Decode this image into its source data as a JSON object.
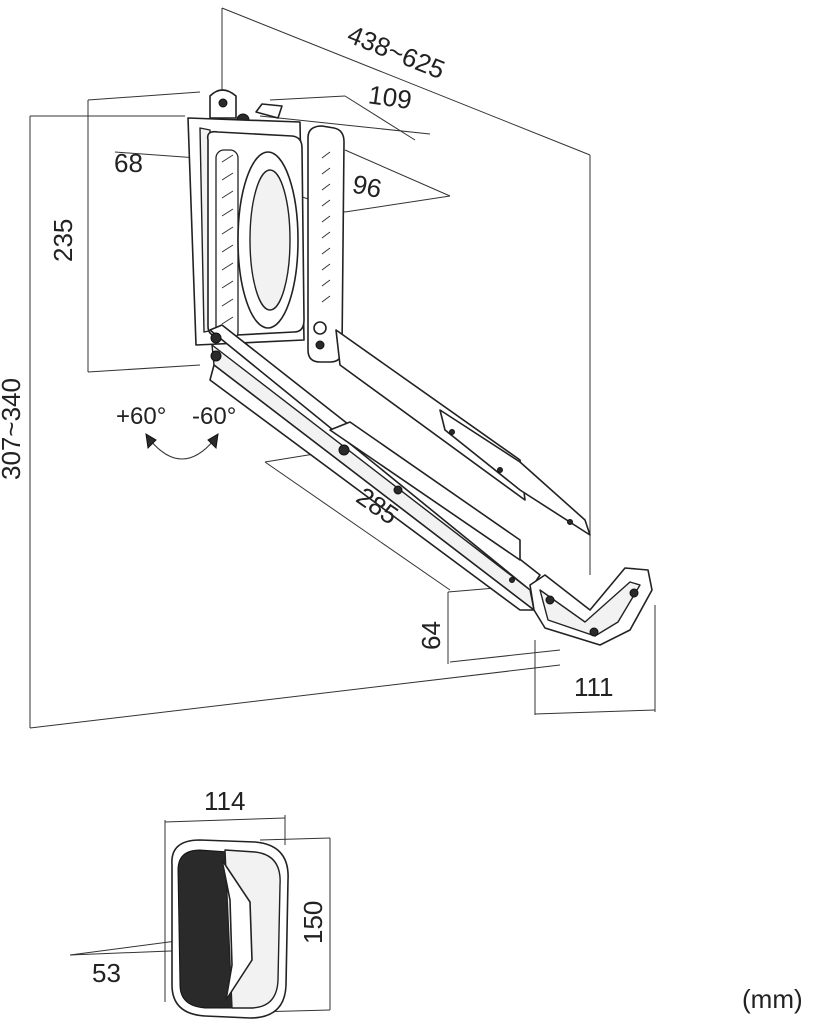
{
  "colors": {
    "line": "#222222",
    "background": "#ffffff",
    "fill_dark": "#2a2a2a"
  },
  "dimensions": {
    "arm_length_range": "438~625",
    "bracket_width": "109",
    "hole_spacing_left": "68",
    "hole_spacing_right": "96",
    "plate_height": "235",
    "total_height_range": "307~340",
    "rotation_plus": "+60°",
    "rotation_minus": "-60°",
    "arm_segment": "285",
    "clamp_height": "64",
    "clamp_width": "111",
    "pad_width": "114",
    "pad_height": "150",
    "pad_depth": "53"
  },
  "unit_label": "(mm)"
}
